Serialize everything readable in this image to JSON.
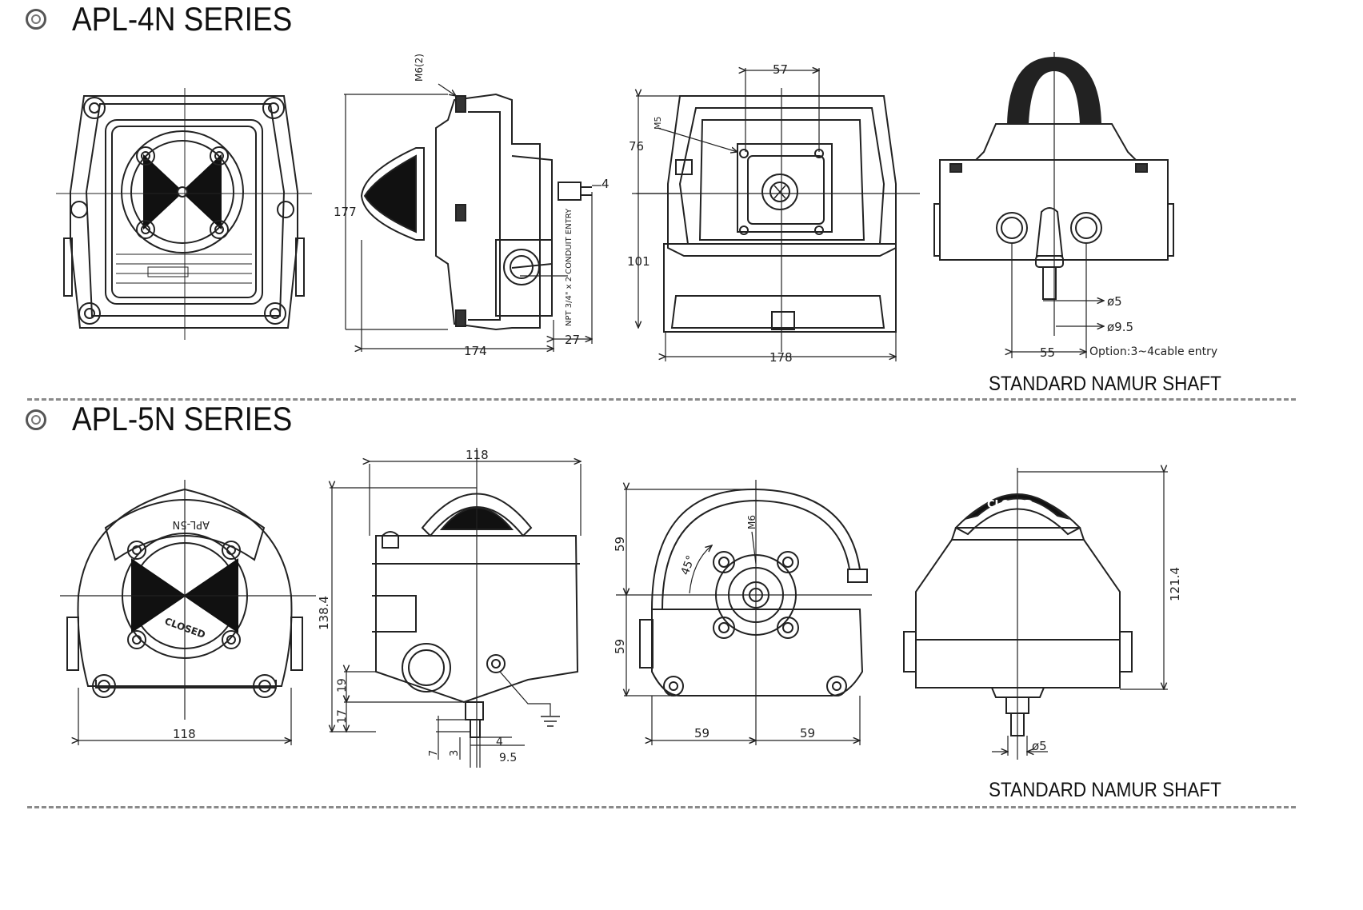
{
  "sections": [
    {
      "title": "APL-4N SERIES",
      "caption": "STANDARD NAMUR SHAFT",
      "dimensions": {
        "front": {},
        "side": {
          "screw_label": "M6(2)",
          "height": "177",
          "width": "174",
          "depth": "27",
          "shaft": "4",
          "conduit": "NPT 3/4\" x 2\nCONDUIT ENTRY"
        },
        "bottom": {
          "top_width": "57",
          "thread": "M5",
          "h_upper": "76",
          "h_lower": "101",
          "width": "178"
        },
        "rear": {
          "d_small": "ø5",
          "d_large": "ø9.5",
          "spacing": "55",
          "option_note": "Option:3~4cable entry"
        }
      }
    },
    {
      "title": "APL-5N SERIES",
      "caption": "STANDARD NAMUR SHAFT",
      "dimensions": {
        "front": {
          "model": "APL-5N",
          "closed": "CLOSED",
          "width": "118"
        },
        "side": {
          "top_width": "118",
          "height": "138.4",
          "h19": "19",
          "h17": "17",
          "d7": "7",
          "d3": "3",
          "d4": "4",
          "d95": "9.5"
        },
        "bottom": {
          "h_upper": "59",
          "h_lower": "59",
          "w_left": "59",
          "w_right": "59",
          "angle": "45°",
          "thread": "M6"
        },
        "rear": {
          "closed": "CLOSED",
          "height": "121.4",
          "d_shaft": "ø5"
        }
      }
    }
  ],
  "icons": [
    "double-circle-bullet-icon",
    "ground-symbol-icon"
  ]
}
